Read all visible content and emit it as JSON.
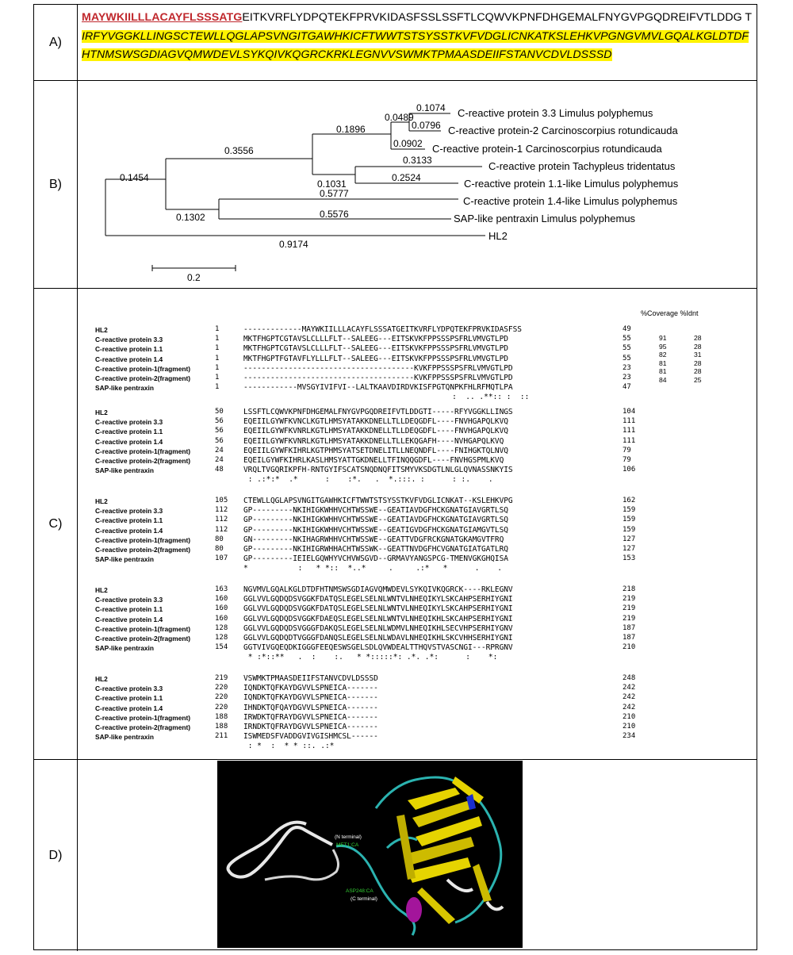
{
  "panels": {
    "a_label": "A)",
    "b_label": "B)",
    "c_label": "C)",
    "d_label": "D)"
  },
  "sequence": {
    "signal_peptide": "MAYWKIILLLACAYFLSSSATG",
    "middle": "EITKVRFLYDPQTEKFPRVKIDASFSSLSSFTLCQWVKPNFDHGEMALFNYGVPGQDREIFVTLDDG T",
    "pentraxin_domain": "IRFYVGGKLLINGSCTEWLLQGLAPSVNGITGAWHKICFTWWTSTSYSSTKVFVDGLICNKATKSLEHKVPGNGVMVLGQALKGLDTDFHTNMSWSGDIAGVQMWDEVLSYKQIVKQGRCKRKLEGNVVSWMKTPMAASDEIIFSTANVCDVLDSSSD"
  },
  "tree": {
    "scale_label": "0.2",
    "branch_labels": [
      "0.1074",
      "0.0489",
      "0.0796",
      "0.1896",
      "0.0902",
      "0.3556",
      "0.3133",
      "0.1454",
      "0.1031",
      "0.2524",
      "0.5777",
      "0.1302",
      "0.5576",
      "0.9174"
    ],
    "taxa": [
      "C-reactive protein 3.3 Limulus polyphemus",
      "C-reactive protein-2 Carcinoscorpius rotundicauda",
      "C-reactive protein-1 Carcinoscorpius rotundicauda",
      "C-reactive protein Tachypleus tridentatus",
      "C-reactive protein 1.1-like Limulus polyphemus",
      "C-reactive protein 1.4-like Limulus polyphemus",
      "SAP-like pentraxin Limulus polyphemus",
      "HL2"
    ]
  },
  "alignment": {
    "coverage_header": "%Coverage %Idnt",
    "coverage": [
      {
        "cov": "91",
        "idnt": "28"
      },
      {
        "cov": "95",
        "idnt": "28"
      },
      {
        "cov": "82",
        "idnt": "31"
      },
      {
        "cov": "81",
        "idnt": "28"
      },
      {
        "cov": "81",
        "idnt": "28"
      },
      {
        "cov": "84",
        "idnt": "25"
      }
    ],
    "blocks": [
      {
        "rows": [
          {
            "name": "HL2",
            "start": "1",
            "seq": "-------------MAYWKIILLLACAYFLSSSATGEITKVRFLYDPQTEKFPRVKIDASFSS",
            "end": "49"
          },
          {
            "name": "C-reactive protein 3.3",
            "start": "1",
            "seq": "MKTFHGPTCGTAVSLCLLLFLT--SALEEG---EITSKVKFPPSSSPSFRLVMVGTLPD",
            "end": "55"
          },
          {
            "name": "C-reactive protein 1.1",
            "start": "1",
            "seq": "MKTFHGPTCGTAVSLCLLLFLT--SALEEG---EITSKVKFPPSSSPSFRLVMVGTLPD",
            "end": "55"
          },
          {
            "name": "C-reactive protein 1.4",
            "start": "1",
            "seq": "MKTFHGPTFGTAVFLYLLLFLT--SALEEG---EITSKVKFPPSSSPSFRLVMVGTLPD",
            "end": "55"
          },
          {
            "name": "C-reactive protein-1(fragment)",
            "start": "1",
            "seq": "--------------------------------------KVKFPPSSSPSFRLVMVGTLPD",
            "end": "23"
          },
          {
            "name": "C-reactive protein-2(fragment)",
            "start": "1",
            "seq": "--------------------------------------KVKFPPSSSPSFRLVMVGTLPD",
            "end": "23"
          },
          {
            "name": "SAP-like pentraxin",
            "start": "1",
            "seq": "------------MVSGYIVIFVI--LALTKAAVDIRDVKISFPGTQNPKFHLRFMQTLPA",
            "end": "47"
          }
        ],
        "cons": "                                              :  .. .**:: :  ::"
      },
      {
        "rows": [
          {
            "name": "HL2",
            "start": "50",
            "seq": "LSSFTLCQWVKPNFDHGEMALFNYGVPGQDREIFVTLDDGTI-----RFYVGGKLLINGS",
            "end": "104"
          },
          {
            "name": "C-reactive protein 3.3",
            "start": "56",
            "seq": "EQEIILGYWFKVNCLKGTLHMSYATAKKDNELLTLLDEQGDFL----FNVHGAPQLKVQ",
            "end": "111"
          },
          {
            "name": "C-reactive protein 1.1",
            "start": "56",
            "seq": "EQEIILGYWFKVNRLKGTLHMSYATAKKDNELLTLLDEQGDFL----FNVHGAPQLKVQ",
            "end": "111"
          },
          {
            "name": "C-reactive protein 1.4",
            "start": "56",
            "seq": "EQEIILGYWFKVNRLKGTLHMSYATAKKDNELLTLLEKQGAFH----NVHGAPQLKVQ",
            "end": "111"
          },
          {
            "name": "C-reactive protein-1(fragment)",
            "start": "24",
            "seq": "EQEIILGYWFKIHRLKGTPHMSYATSETDNELITLLNEQNDFL----FNIHGKTQLNVQ",
            "end": "79"
          },
          {
            "name": "C-reactive protein-2(fragment)",
            "start": "24",
            "seq": "EQEILGYWFKIHRLKASLHMSYATTGKDNELLTFINQQGDFL----FNVHGSPMLKVQ",
            "end": "79"
          },
          {
            "name": "SAP-like pentraxin",
            "start": "48",
            "seq": "VRQLTVGQRIKPFH-RNTGYIFSCATSNQDNQFITSMYVKSDGTLNLGLQVNASSNKYIS",
            "end": "106"
          }
        ],
        "cons": " : .:*:*  .*      :    :*.   .  *.:::. :      : :.    ."
      },
      {
        "rows": [
          {
            "name": "HL2",
            "start": "105",
            "seq": "CTEWLLQGLAPSVNGITGAWHKICFTWWTSTSYSSTKVFVDGLICNKAT--KSLEHKVPG",
            "end": "162"
          },
          {
            "name": "C-reactive protein 3.3",
            "start": "112",
            "seq": "GP---------NKIHIGKWHHVCHTWSSWE--GEATIAVDGFHCKGNATGIAVGRTLSQ",
            "end": "159"
          },
          {
            "name": "C-reactive protein 1.1",
            "start": "112",
            "seq": "GP---------NKIHIGKWHHVCHTWSSWE--GEATIAVDGFHCKGNATGIAVGRTLSQ",
            "end": "159"
          },
          {
            "name": "C-reactive protein 1.4",
            "start": "112",
            "seq": "GP---------NKIHIGKWHHVCHTWSSWE--GEATIGVDGFHCKGNATGIAMGVTLSQ",
            "end": "159"
          },
          {
            "name": "C-reactive protein-1(fragment)",
            "start": "80",
            "seq": "GN---------NKIHAGRWHHVCHTWSSWE--GEATTVDGFRCKGNATGKAMGVTFRQ",
            "end": "127"
          },
          {
            "name": "C-reactive protein-2(fragment)",
            "start": "80",
            "seq": "GP---------NKIHIGRWHHACHTWSSWK--GEATTNVDGFHCVGNATGIATGATLRQ",
            "end": "127"
          },
          {
            "name": "SAP-like pentraxin",
            "start": "107",
            "seq": "GP---------IEIELGQWHYVCHVWSGVD--GRMAVYANGSPCG-TMENVGKGHQISA",
            "end": "153"
          }
        ],
        "cons": "*           :   * *::  *..*     .     .:*   *      .    ."
      },
      {
        "rows": [
          {
            "name": "HL2",
            "start": "163",
            "seq": "NGVMVLGQALKGLDTDFHTNMSWSGDIAGVQMWDEVLSYKQIVKQGRCK----RKLEGNV",
            "end": "218"
          },
          {
            "name": "C-reactive protein 3.3",
            "start": "160",
            "seq": "GGLVVLGQDQDSVGGKFDATQSLEGELSELNLWNTVLNHEQIKYLSKCAHPSERHIYGNI",
            "end": "219"
          },
          {
            "name": "C-reactive protein 1.1",
            "start": "160",
            "seq": "GGLVVLGQDQDSVGGKFDATQSLEGELSELNLWNTVLNHEQIKYLSKCAHPSERHIYGNI",
            "end": "219"
          },
          {
            "name": "C-reactive protein 1.4",
            "start": "160",
            "seq": "GGLVVLGQDQDSVGGKFDAEQSLEGELSELNLWNTVLNHEQIKHLSKCAHPSERHIYGNI",
            "end": "219"
          },
          {
            "name": "C-reactive protein-1(fragment)",
            "start": "128",
            "seq": "GGLVVLGQDQDSVGGGFDAKQSLEGELSELNLWDMVLNHEQIKHLSECVHPSERHIYGNV",
            "end": "187"
          },
          {
            "name": "C-reactive protein-2(fragment)",
            "start": "128",
            "seq": "GGLVVLGQDQDTVGGGFDANQSLEGELSELNLWDAVLNHEQIKHLSKCVHHSERHIYGNI",
            "end": "187"
          },
          {
            "name": "SAP-like pentraxin",
            "start": "154",
            "seq": "GGTVIVGQEQDKIGGGFEEQESWSGELSDLQVWDEALTTHQVSTVASCNGI---RPRGNV",
            "end": "210"
          }
        ],
        "cons": " * :*::**   .  :    :.   * *:::::*: .*. .*:      :    *:"
      },
      {
        "rows": [
          {
            "name": "HL2",
            "start": "219",
            "seq": "VSWMKTPMAASDEIIFSTANVCDVLDSSSD",
            "end": "248"
          },
          {
            "name": "C-reactive protein 3.3",
            "start": "220",
            "seq": "IQNDKTQFKAYDGVVLSPNEICA-------",
            "end": "242"
          },
          {
            "name": "C-reactive protein 1.1",
            "start": "220",
            "seq": "IQNDKTQFKAYDGVVLSPNEICA-------",
            "end": "242"
          },
          {
            "name": "C-reactive protein 1.4",
            "start": "220",
            "seq": "IHNDKTQFQAYDGVVLSPNEICA-------",
            "end": "242"
          },
          {
            "name": "C-reactive protein-1(fragment)",
            "start": "188",
            "seq": "IRWDKTQFRAYDGVVLSPNEICA-------",
            "end": "210"
          },
          {
            "name": "C-reactive protein-2(fragment)",
            "start": "188",
            "seq": "IRNDKTQFRAYDGVVLSPNEICA-------",
            "end": "210"
          },
          {
            "name": "SAP-like pentraxin",
            "start": "211",
            "seq": "ISWMEDSFVADDGVIVGISHMCSL------",
            "end": "234"
          }
        ],
        "cons": " : *  :  * * ::. .:*"
      }
    ]
  },
  "structure": {
    "n_terminal": "(N terminal)",
    "met_label": "MET1:CA",
    "c_terminal": "(C terminal)",
    "asp_label": "ASP248:CA"
  }
}
